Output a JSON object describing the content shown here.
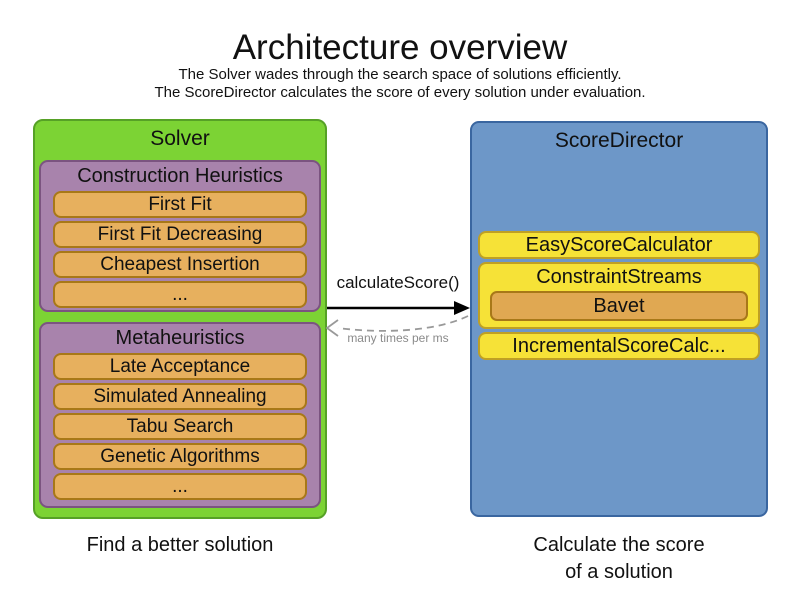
{
  "header": {
    "title": "Architecture overview",
    "subtitle_line1": "The Solver wades through the search space of solutions efficiently.",
    "subtitle_line2": "The ScoreDirector calculates the score of every solution under evaluation."
  },
  "solver": {
    "label": "Solver",
    "caption": "Find a better solution",
    "groups": [
      {
        "label": "Construction Heuristics",
        "items": [
          "First Fit",
          "First Fit Decreasing",
          "Cheapest Insertion",
          "..."
        ]
      },
      {
        "label": "Metaheuristics",
        "items": [
          "Late Acceptance",
          "Simulated Annealing",
          "Tabu Search",
          "Genetic Algorithms",
          "..."
        ]
      }
    ]
  },
  "score_director": {
    "label": "ScoreDirector",
    "caption_line1": "Calculate the score",
    "caption_line2": "of a solution",
    "calculators": [
      "EasyScoreCalculator",
      "ConstraintStreams",
      "IncrementalScoreCalc..."
    ],
    "constraint_streams_impl": "Bavet"
  },
  "interaction": {
    "call_label": "calculateScore()",
    "frequency_label": "many times per ms"
  },
  "colors": {
    "solver_fill": "#7cd334",
    "solver_border": "#56a126",
    "heuristic_group_fill": "#a883ac",
    "heuristic_group_border": "#7b5480",
    "algorithm_item_fill": "#e7b05e",
    "algorithm_item_border": "#a87818",
    "score_director_fill": "#6d97c8",
    "score_director_border": "#3a66a0",
    "calculator_fill": "#f6e237",
    "calculator_border": "#bfa024",
    "bavet_fill": "#e0a852",
    "solid_arrow": "#000000",
    "dashed_arrow": "#999999"
  }
}
